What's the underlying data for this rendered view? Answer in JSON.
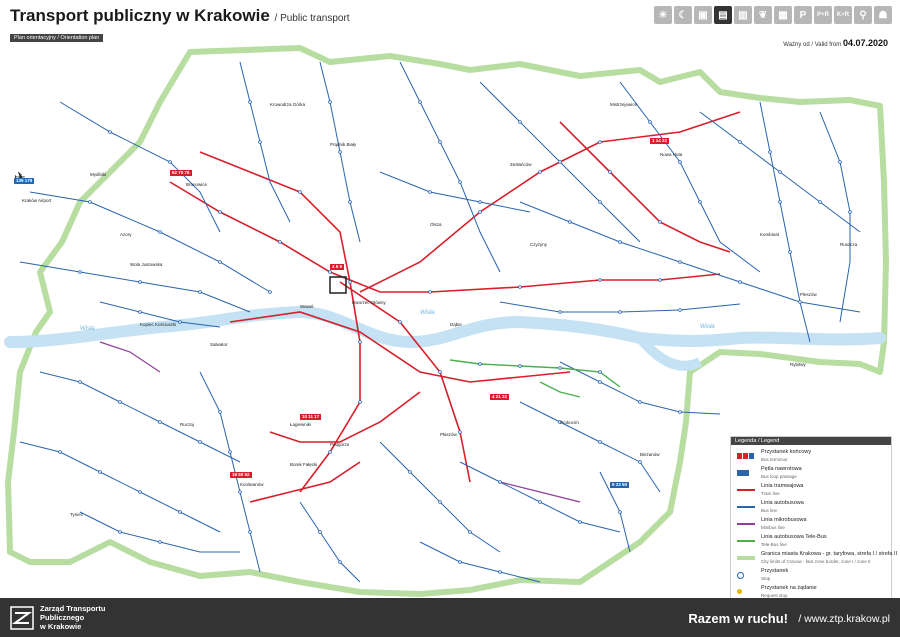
{
  "header": {
    "title": "Transport publiczny w Krakowie",
    "subtitle": "/ Public transport",
    "plan_tag": "Plan orientacyjny / Orientation plan",
    "valid_label": "Ważny od / Valid from",
    "valid_date": "04.07.2020",
    "icons": [
      {
        "name": "sun-icon",
        "glyph": "☀",
        "active": false
      },
      {
        "name": "moon-icon",
        "glyph": "☾",
        "active": false
      },
      {
        "name": "tram-icon",
        "glyph": "▣",
        "active": false
      },
      {
        "name": "bus-icon",
        "glyph": "▤",
        "active": true
      },
      {
        "name": "bus-alt-icon",
        "glyph": "▥",
        "active": false
      },
      {
        "name": "leaf-icon",
        "glyph": "❦",
        "active": false
      },
      {
        "name": "bus-small-icon",
        "glyph": "▦",
        "active": false
      },
      {
        "name": "parking-icon",
        "glyph": "P",
        "active": false
      },
      {
        "name": "park-ride-icon",
        "glyph": "P+R",
        "active": false
      },
      {
        "name": "kiss-ride-icon",
        "glyph": "K+R",
        "active": false
      },
      {
        "name": "bike-icon",
        "glyph": "⚲",
        "active": false
      },
      {
        "name": "walk-icon",
        "glyph": "☗",
        "active": false
      }
    ]
  },
  "map": {
    "river_labels": [
      "Wisła",
      "Wisła",
      "Wisła"
    ],
    "place_labels": [
      "Kraków Airport",
      "Bronowice",
      "Dworzec Główny",
      "Nowa Huta",
      "Podgórze",
      "Kurdwanów",
      "Prokocim",
      "Bieżanów",
      "Czyżyny",
      "Mistrzejowice",
      "Krowodrza Górka",
      "Salwator",
      "Kopiec Kościuszki",
      "Ruczaj",
      "Borek Fałęcki",
      "Łagiewniki",
      "Wola Justowska",
      "Tyniec",
      "Rybitwy",
      "Pleszów",
      "Ruszcza",
      "Kombinat",
      "Zesłańców",
      "Wawel",
      "Mydlniki",
      "Prądnik Biały",
      "Azory",
      "Olsza",
      "Dąbie",
      "Płaszów"
    ],
    "terminals": [
      "139 179",
      "52 70 76",
      "4 5 9",
      "1 14 22",
      "10 11 17",
      "18 50 52",
      "4 21 22",
      "9 23 50"
    ]
  },
  "legend": {
    "header": "Legenda / Legend",
    "items": [
      {
        "pl": "Przystanek końcowy",
        "en": "Bus terminus"
      },
      {
        "pl": "Pętla nawrotowa",
        "en": "Bus loop passage"
      },
      {
        "pl": "Linia tramwajowa",
        "en": "Tram line"
      },
      {
        "pl": "Linia autobusowa",
        "en": "Bus line"
      },
      {
        "pl": "Linia mikrobusowa",
        "en": "Minibus line"
      },
      {
        "pl": "Linia autobusowa Tele-Bus",
        "en": "Tele-Bus line"
      },
      {
        "pl": "Granica miasta Krakowa - gr. taryfowa, strefa I / strefa II",
        "en": "City limits of Cracow - fare zone border, zone I / zone II"
      },
      {
        "pl": "Przystanek",
        "en": "Stop"
      },
      {
        "pl": "Przystanek na żądanie",
        "en": "Request stop"
      }
    ]
  },
  "footer": {
    "org_line1": "Zarząd Transportu",
    "org_line2": "Publicznego",
    "org_line3": "w Krakowie",
    "slogan": "Razem w ruchu!",
    "url": "/ www.ztp.krakow.pl"
  },
  "colors": {
    "tram": "#d81f2a",
    "bus": "#2a64ad",
    "minibus": "#8e3f96",
    "telebus": "#4cae4c",
    "boundary": "#a8d88a",
    "river": "#bfe0f3",
    "footer": "#333333"
  }
}
